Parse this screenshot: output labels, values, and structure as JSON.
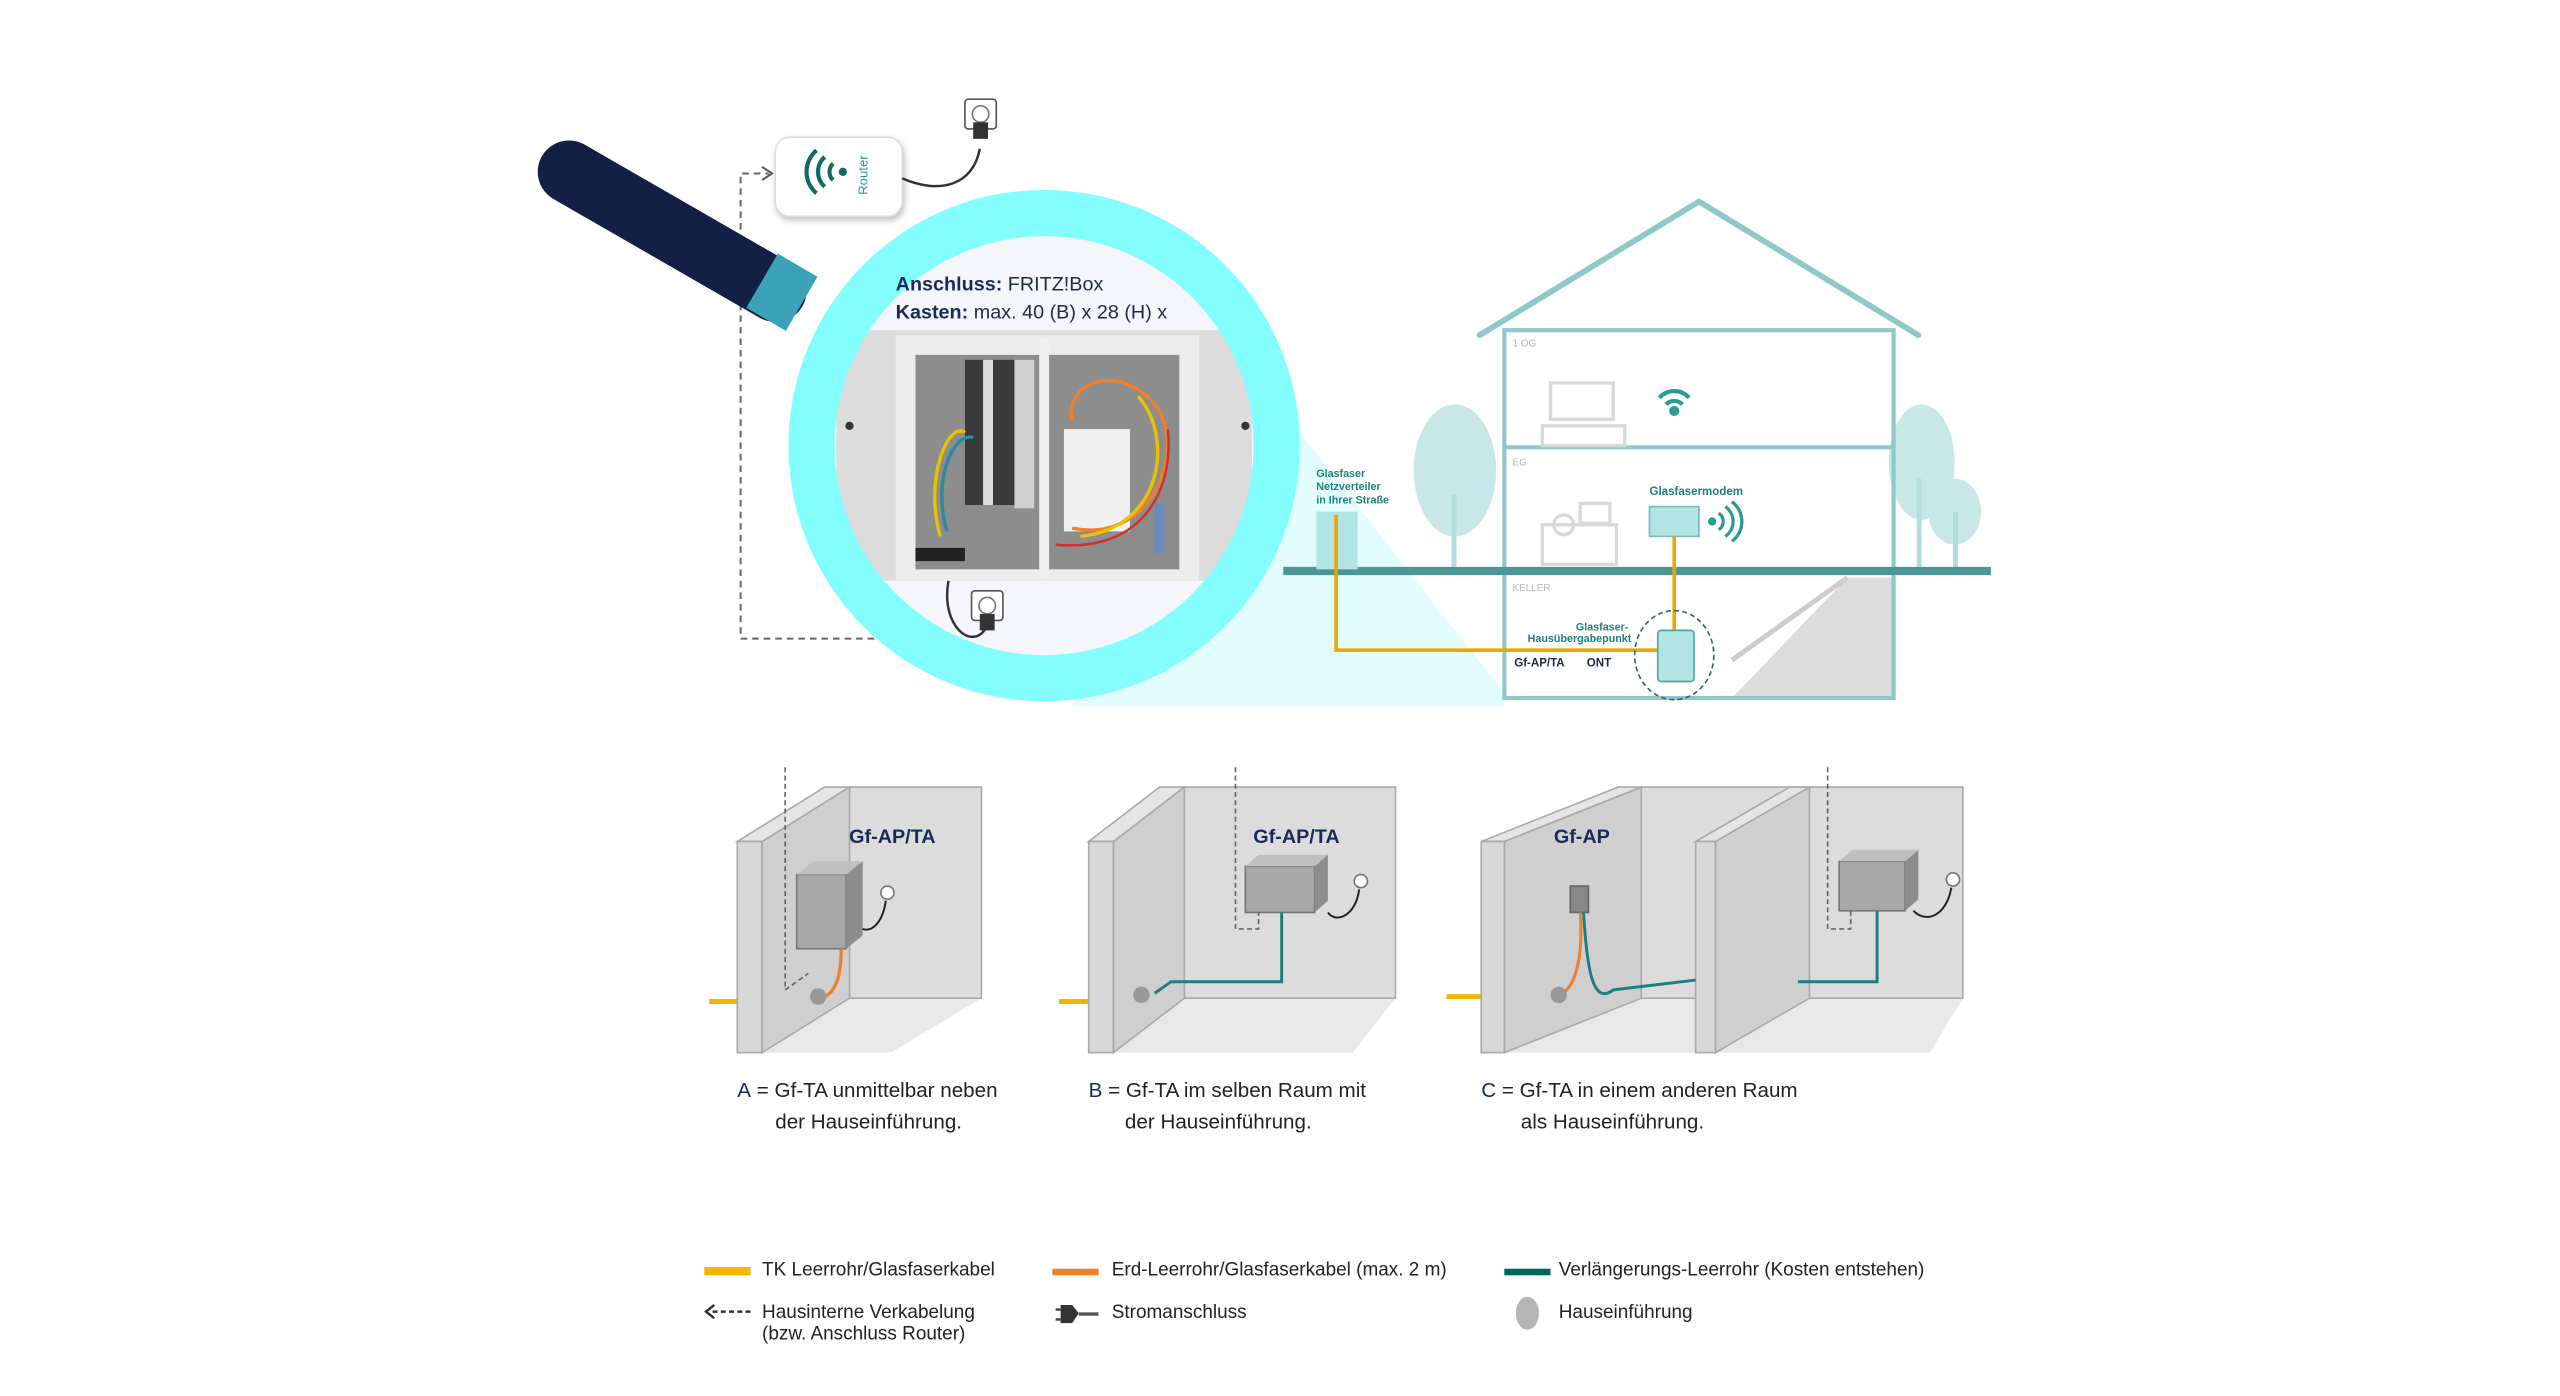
{
  "magnifier": {
    "anschluss_label": "Anschluss:",
    "anschluss_value": "FRITZ!Box",
    "kasten_label": "Kasten:",
    "kasten_value": "max. 40 (B) x 28 (H) x"
  },
  "router": {
    "label": "Router",
    "icon": "wifi-icon"
  },
  "house": {
    "floor_1og": "1 OG",
    "floor_eg": "EG",
    "floor_keller": "KELLER",
    "street_distributor": [
      "Glasfaser",
      "Netzverteiler",
      "in Ihrer Straße"
    ],
    "modem_label": "Glasfasermodem",
    "handover_label": [
      "Glasfaser-",
      "Hausübergabepunkt"
    ],
    "gfap_label": "Gf-AP/TA",
    "ont_label": "ONT"
  },
  "scenarios": [
    {
      "box_label": "Gf-AP/TA",
      "letter": "A",
      "line1": "= Gf-TA unmittelbar neben",
      "line2": "der Hauseinführung."
    },
    {
      "box_label": "Gf-AP/TA",
      "letter": "B",
      "line1": "= Gf-TA im selben Raum mit",
      "line2": "der Hauseinführung."
    },
    {
      "box_label": "Gf-AP",
      "letter": "C",
      "line1": "= Gf-TA in einem anderen Raum",
      "line2": "als Hauseinführung."
    }
  ],
  "legend": [
    {
      "label": "TK Leerrohr/Glasfaserkabel",
      "color": "#f5b400"
    },
    {
      "label": "Erd-Leerrohr/Glasfaserkabel (max. 2 m)",
      "color": "#f07f28"
    },
    {
      "label": "Verlängerungs-Leerrohr (Kosten entstehen)",
      "color": "#006660"
    },
    {
      "label": "Hausinterne Verkabelung",
      "label2": "(bzw. Anschluss Router)"
    },
    {
      "label": "Stromanschluss"
    },
    {
      "label": "Hauseinführung"
    }
  ],
  "colors": {
    "cyan_ring": "#84fdfd",
    "handle": "#141f45",
    "house": "#8ec9c7",
    "ground": "#4e9696"
  }
}
